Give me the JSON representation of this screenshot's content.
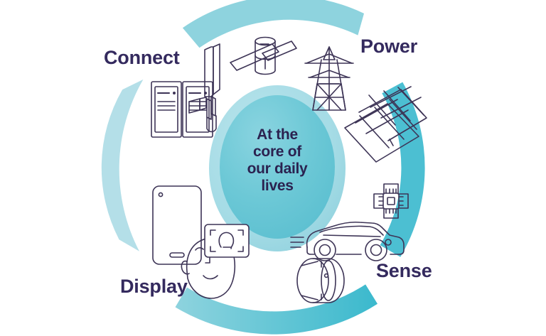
{
  "graphic": {
    "kind": "circular-infographic",
    "center": {
      "text_lines": [
        "At the",
        "core of",
        "our daily",
        "lives"
      ],
      "full_text": "At the core of our daily lives",
      "fill_outer": "#a9dde6",
      "fill_inner": "#69c7d6"
    },
    "label_color": "#342a5e",
    "icon_color": "#3d3456",
    "arc_colors": {
      "top": "#8ed3de",
      "right": "#4cbfd2",
      "bottom_start": "#8ed3de",
      "bottom_end": "#3bb9cd",
      "left": "#b4dfe8"
    }
  },
  "categories": [
    {
      "id": "connect",
      "label": "Connect",
      "icons": [
        {
          "name": "server-rack-icon",
          "title": "Server racks"
        },
        {
          "name": "cell-tower-icon",
          "title": "Cellular antenna tower"
        },
        {
          "name": "satellite-icon",
          "title": "Satellite"
        }
      ]
    },
    {
      "id": "power",
      "label": "Power",
      "icons": [
        {
          "name": "transmission-tower-icon",
          "title": "Electricity pylon"
        },
        {
          "name": "solar-panel-icon",
          "title": "Solar panel array"
        }
      ]
    },
    {
      "id": "sense",
      "label": "Sense",
      "icons": [
        {
          "name": "microchip-icon",
          "title": "Microchip sensor"
        },
        {
          "name": "car-icon",
          "title": "Automobile"
        },
        {
          "name": "smartwatch-icon",
          "title": "Smart watch"
        }
      ]
    },
    {
      "id": "display",
      "label": "Display",
      "icons": [
        {
          "name": "smartphone-icon",
          "title": "Smartphone"
        },
        {
          "name": "face-recognition-icon",
          "title": "Face recognition"
        }
      ]
    }
  ]
}
